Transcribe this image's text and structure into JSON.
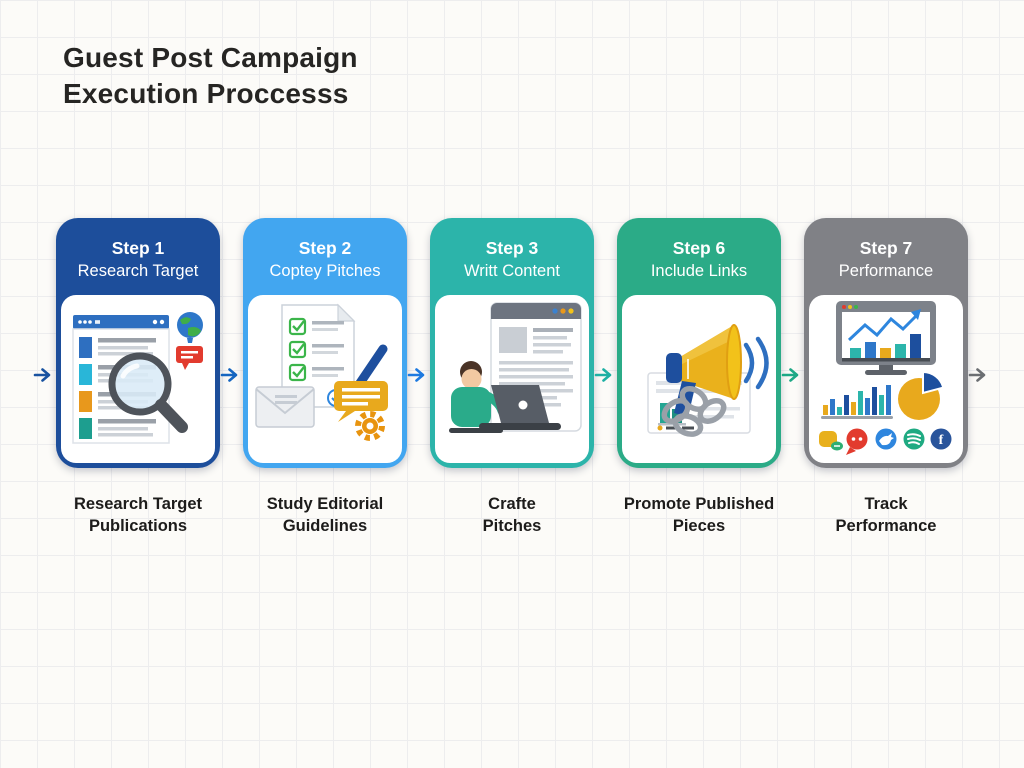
{
  "title": {
    "line1": "Guest Post Campaign",
    "line2": "Execution Proccesss"
  },
  "steps": [
    {
      "step_label": "Step 1",
      "step_title": "Research Target",
      "caption_line1": "Research Target",
      "caption_line2": "Publications",
      "accent": "#1d4e9b",
      "illustration": "magnifier-over-webpage"
    },
    {
      "step_label": "Step 2",
      "step_title": "Coptey Pitches",
      "caption_line1": "Study Editorial",
      "caption_line2": "Guidelines",
      "accent": "#42a6f0",
      "illustration": "checklist-envelope-pen"
    },
    {
      "step_label": "Step 3",
      "step_title": "Writt Content",
      "caption_line1": "Crafte",
      "caption_line2": "Pitches",
      "accent": "#2cb4aa",
      "illustration": "writer-at-laptop"
    },
    {
      "step_label": "Step 6",
      "step_title": "Include Links",
      "caption_line1": "Promote Published",
      "caption_line2": "Pieces",
      "accent": "#2bab87",
      "illustration": "megaphone-chain-links"
    },
    {
      "step_label": "Step 7",
      "step_title": "Performance",
      "caption_line1": "Track",
      "caption_line2": "Performance",
      "accent": "#808186",
      "illustration": "analytics-dashboard",
      "facebook_glyph": "f"
    }
  ],
  "arrows": [
    {
      "color": "#1a53a0"
    },
    {
      "color": "#1565c0"
    },
    {
      "color": "#1e7ae0"
    },
    {
      "color": "#1fb0a4"
    },
    {
      "color": "#1ea886"
    },
    {
      "color": "#6b6e72"
    }
  ]
}
